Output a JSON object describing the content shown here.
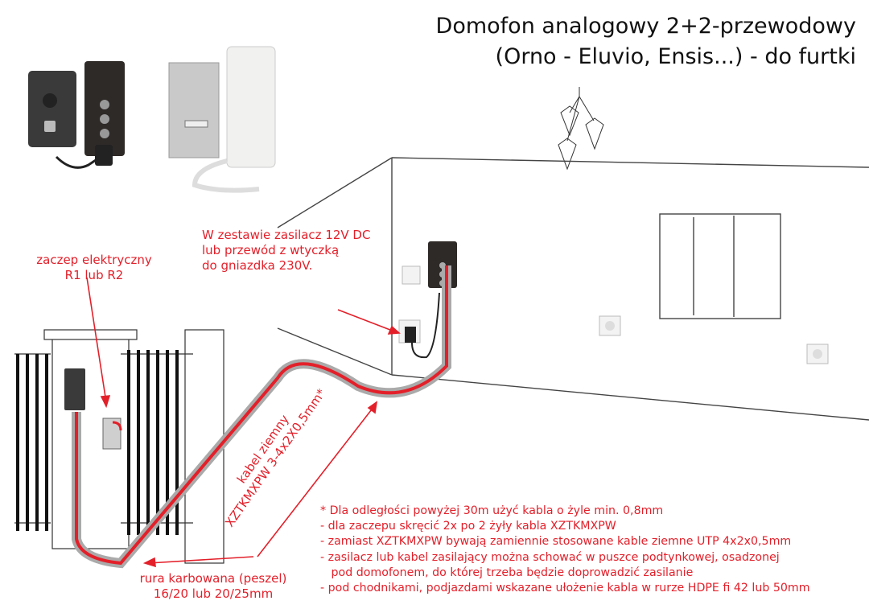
{
  "title": {
    "line1": "Domofon analogowy 2+2-przewodowy",
    "line2": "(Orno - Eluvio, Ensis...) - do furtki"
  },
  "labels": {
    "lock": [
      "zaczep elektryczny",
      "R1 lub R2"
    ],
    "psu": [
      "W zestawie zasilacz 12V DC",
      "lub przewód z wtyczką",
      "do gniazdka 230V."
    ],
    "cable": [
      "kabel ziemny",
      "XZTKMXPW 3-4x2X0,5mm*"
    ],
    "conduit": [
      "rura karbowana (peszel)",
      "16/20 lub 20/25mm"
    ]
  },
  "notes": [
    "* Dla odległości powyżej 30m użyć kabla o żyle min. 0,8mm",
    "- dla zaczepu skręcić 2x po 2 żyły kabla XZTKMXPW",
    "- zamiast XZTKMXPW bywają zamiennie stosowane kable ziemne UTP 4x2x0,5mm",
    "- zasilacz lub kabel zasilający można schować w puszce podtynkowej, osadzonej",
    "   pod domofonem, do której trzeba będzie doprowadzić zasilanie",
    "- pod chodnikami, podjazdami wskazane ułożenie kabla w rurze HDPE fi 42 lub 50mm"
  ],
  "colors": {
    "annotation": "#e3202a",
    "cable": "#e3202a",
    "conduit": "#b0b0b0"
  }
}
